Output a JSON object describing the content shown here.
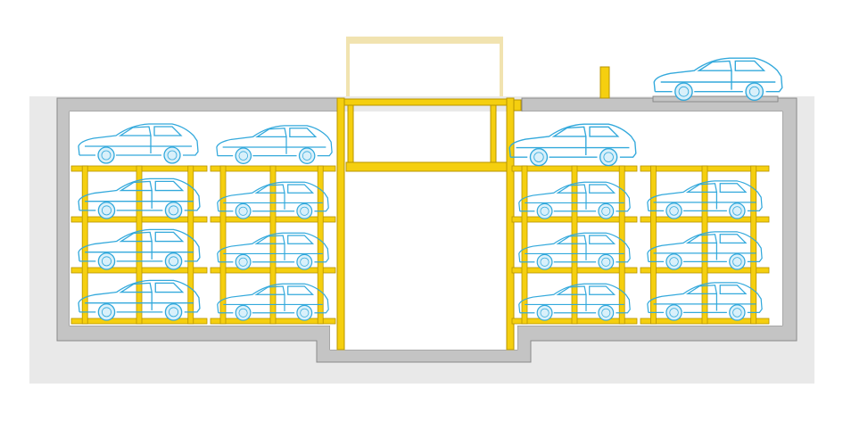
{
  "colors": {
    "ground": "#e9e9e9",
    "wall": "#c4c4c4",
    "wall_stroke": "#8a8a8a",
    "steel": "#f5cf0f",
    "steel_stroke": "#b89400",
    "car": "#33a9dc",
    "platform_ghost": "#f6ecc8"
  },
  "diagram": {
    "rack_groups": 4,
    "levels_per_group": 3,
    "top_row_cars": 3,
    "street_cars": 1
  }
}
